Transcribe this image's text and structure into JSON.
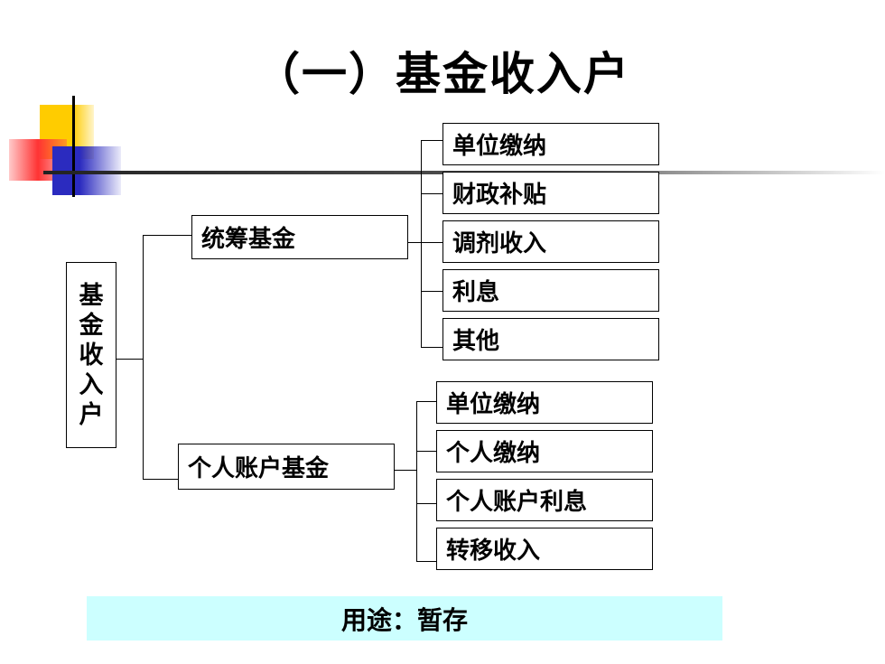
{
  "title": "（一）基金收入户",
  "root": {
    "chars": [
      "基",
      "金",
      "收",
      "入",
      "户"
    ]
  },
  "branches": [
    {
      "label": "统筹基金",
      "items": [
        "单位缴纳",
        "财政补贴",
        "调剂收入",
        "利息",
        "其他"
      ]
    },
    {
      "label": "个人账户基金",
      "items": [
        "单位缴纳",
        "个人缴纳",
        "个人账户利息",
        "转移收入"
      ]
    }
  ],
  "footer": "用途：暂存",
  "colors": {
    "deco_yellow": "#ffcc00",
    "deco_red": "#ff3333",
    "deco_blue": "#3333cc",
    "footer_bg": "#ccffff"
  }
}
